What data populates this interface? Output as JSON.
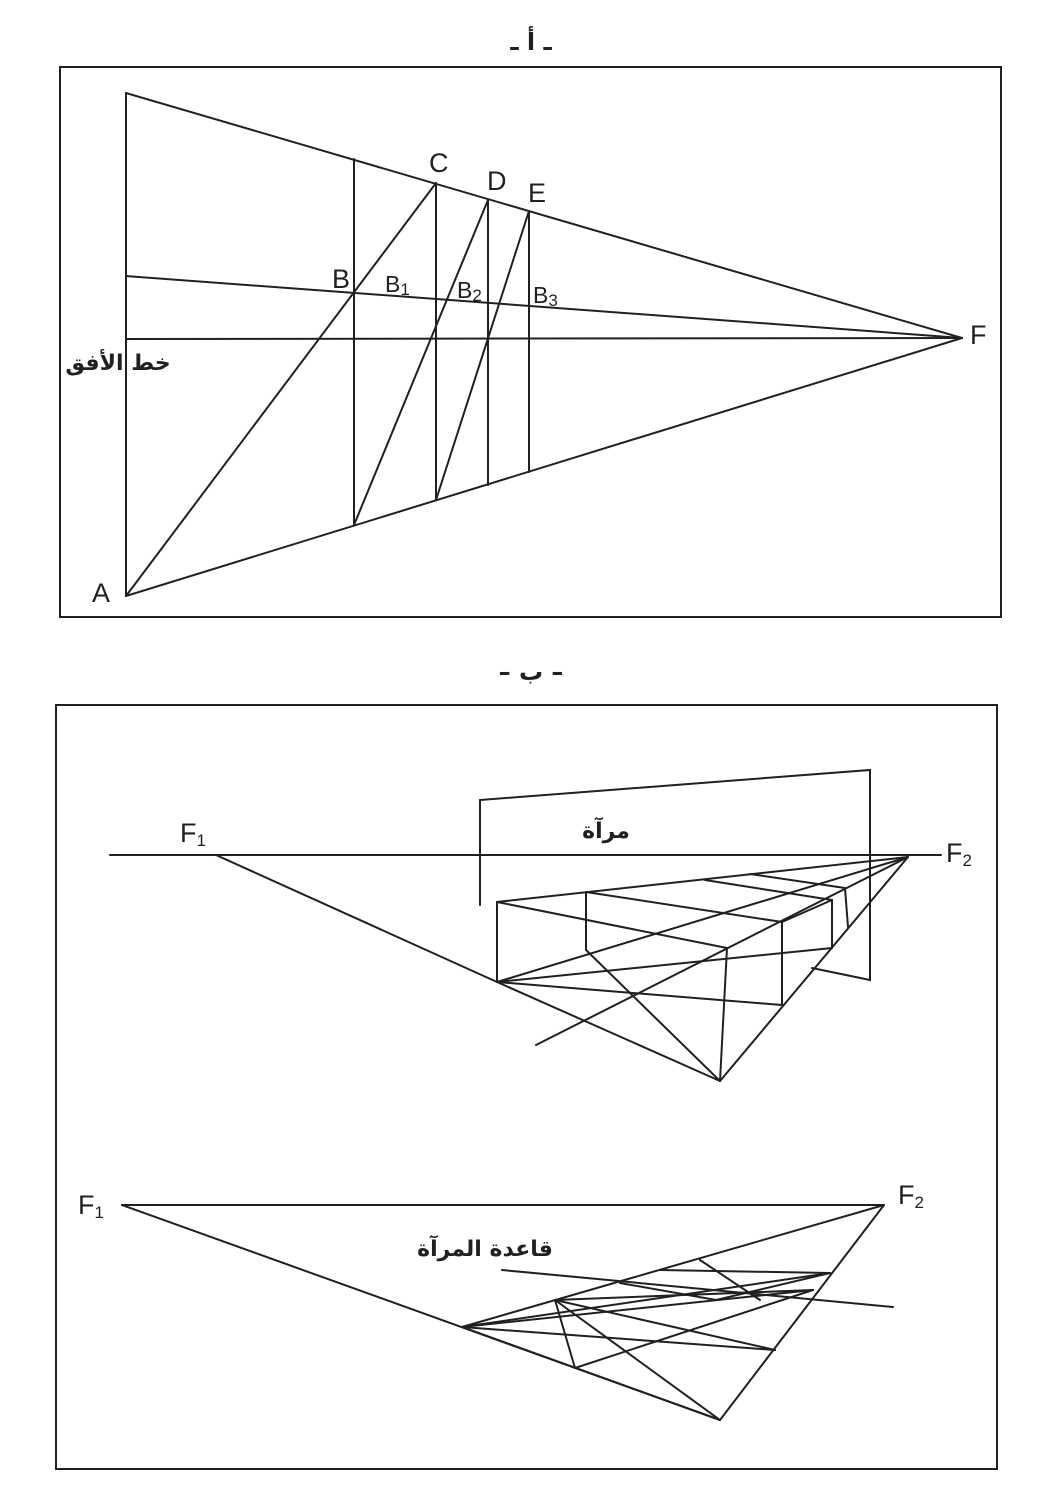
{
  "figure_a": {
    "caption": "ـ أ ـ",
    "horizon_label": "خط الأفق",
    "points": {
      "A": "A",
      "B": "B",
      "C": "C",
      "D": "D",
      "E": "E",
      "F": "F",
      "B1": {
        "base": "B",
        "sub": "1"
      },
      "B2": {
        "base": "B",
        "sub": "2"
      },
      "B3": {
        "base": "B",
        "sub": "3"
      }
    }
  },
  "figure_b": {
    "caption": "– ب –",
    "mirror_label": "مرآة",
    "mirror_base_label": "قاعدة المرآة",
    "top": {
      "F1": {
        "base": "F",
        "sub": "1"
      },
      "F2": {
        "base": "F",
        "sub": "2"
      }
    },
    "bottom": {
      "F1": {
        "base": "F",
        "sub": "1"
      },
      "F2": {
        "base": "F",
        "sub": "2"
      }
    }
  }
}
